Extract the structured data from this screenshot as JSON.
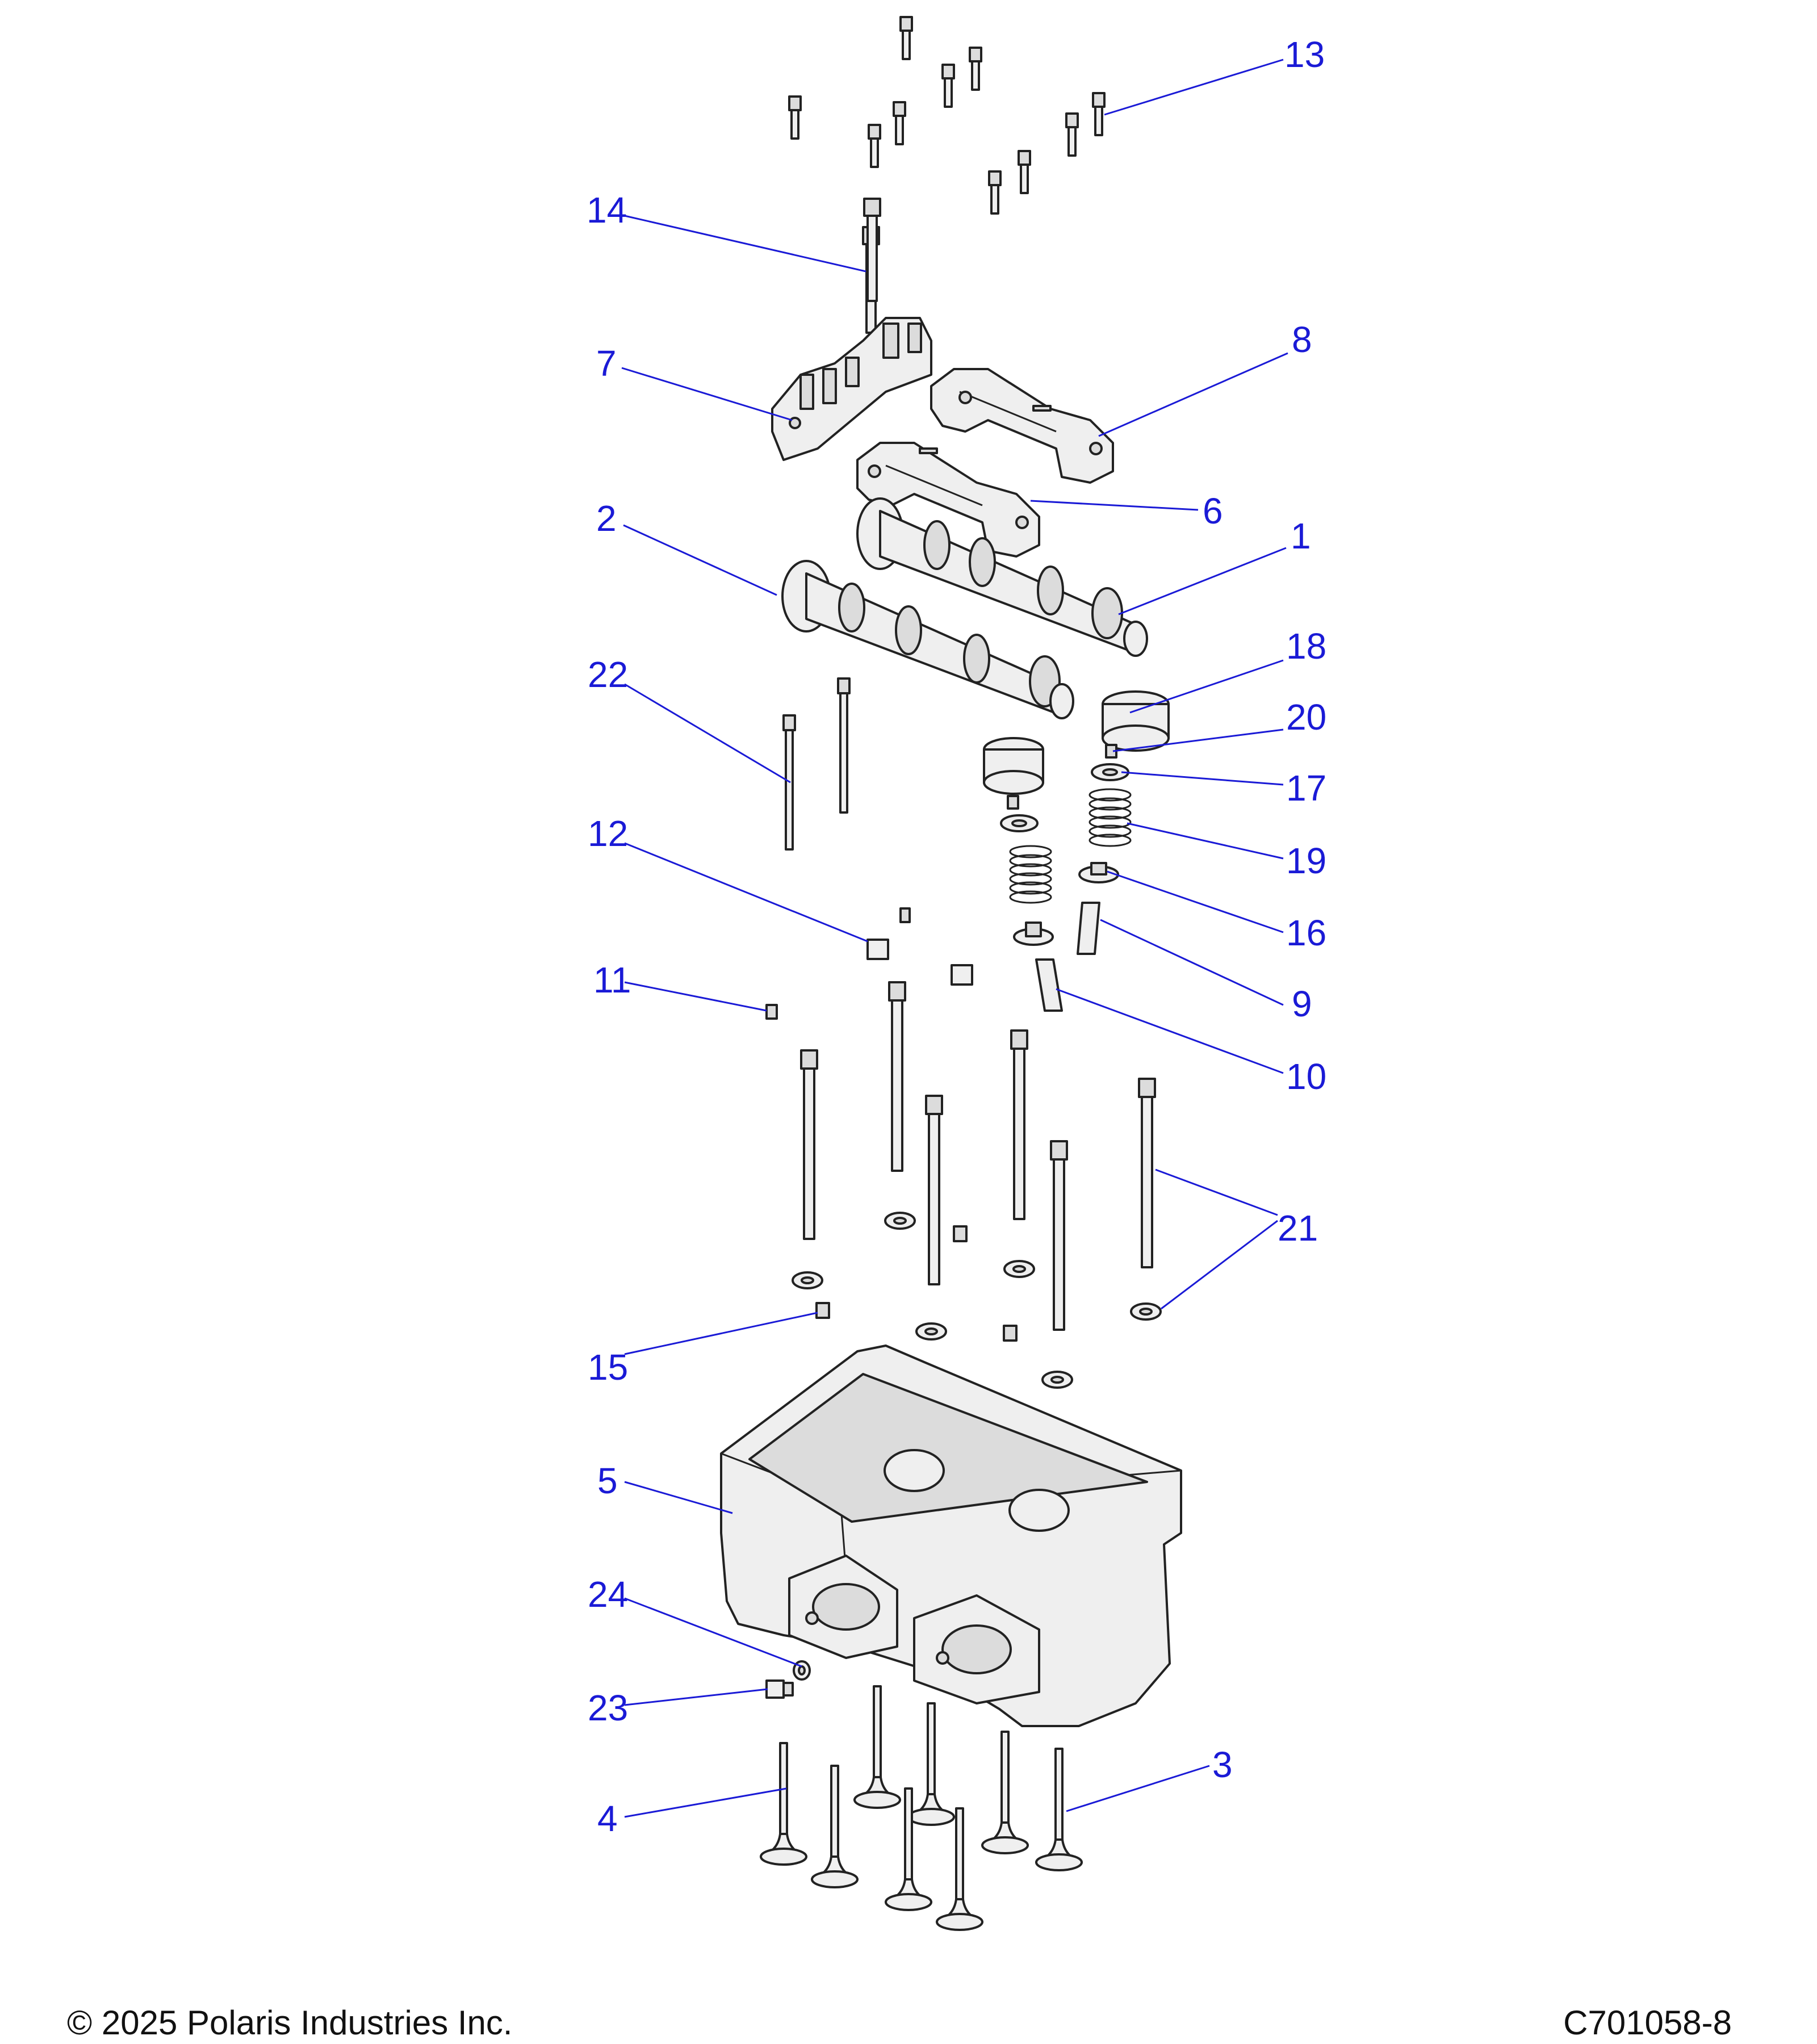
{
  "callouts": [
    {
      "label": "1"
    },
    {
      "label": "2"
    },
    {
      "label": "3"
    },
    {
      "label": "4"
    },
    {
      "label": "5"
    },
    {
      "label": "6"
    },
    {
      "label": "7"
    },
    {
      "label": "8"
    },
    {
      "label": "9"
    },
    {
      "label": "10"
    },
    {
      "label": "11"
    },
    {
      "label": "12"
    },
    {
      "label": "13"
    },
    {
      "label": "14"
    },
    {
      "label": "15"
    },
    {
      "label": "16"
    },
    {
      "label": "17"
    },
    {
      "label": "18"
    },
    {
      "label": "19"
    },
    {
      "label": "20"
    },
    {
      "label": "21"
    },
    {
      "label": "22"
    },
    {
      "label": "23"
    },
    {
      "label": "24"
    }
  ],
  "footer": {
    "copyright": "© 2025 Polaris Industries Inc.",
    "diagram_code": "C701058-8"
  }
}
